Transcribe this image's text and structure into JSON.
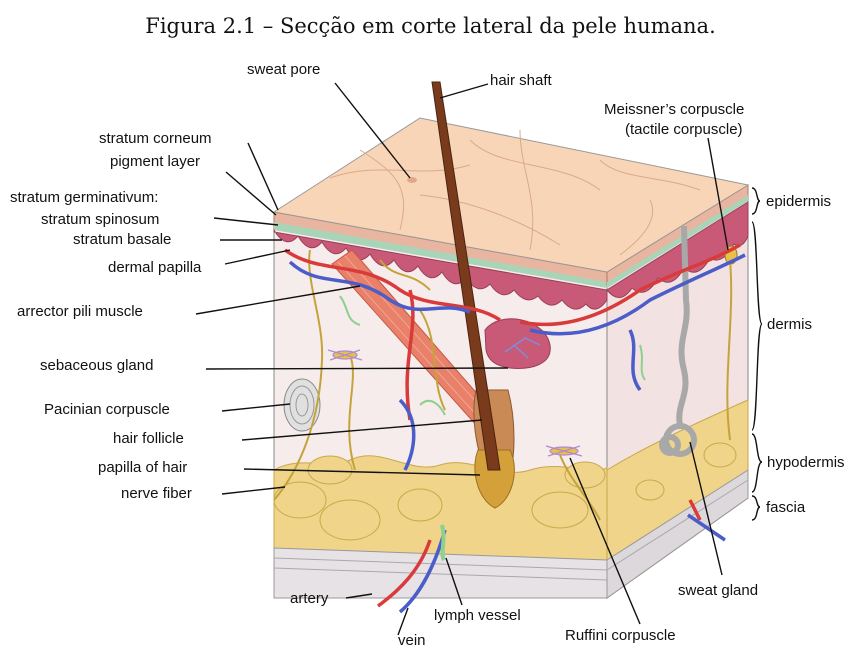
{
  "caption": "Figura 2.1 – Secção em corte lateral da pele humana.",
  "labels": {
    "sweat_pore": "sweat pore",
    "hair_shaft": "hair shaft",
    "meissner_1": "Meissner’s corpuscle",
    "meissner_2": "(tactile corpuscle)",
    "stratum_corneum": "stratum corneum",
    "pigment_layer": "pigment layer",
    "stratum_germinativum": "stratum germinativum:",
    "stratum_spinosum": "stratum spinosum",
    "stratum_basale": "stratum basale",
    "dermal_papilla": "dermal papilla",
    "arrector_pili": "arrector pili muscle",
    "sebaceous_gland": "sebaceous gland",
    "pacinian": "Pacinian corpuscle",
    "hair_follicle": "hair follicle",
    "papilla_of_hair": "papilla of hair",
    "nerve_fiber": "nerve fiber",
    "artery": "artery",
    "vein": "vein",
    "lymph_vessel": "lymph vessel",
    "ruffini": "Ruffini corpuscle",
    "sweat_gland": "sweat gland",
    "epidermis": "epidermis",
    "dermis": "dermis",
    "hypodermis": "hypodermis",
    "fascia": "fascia"
  },
  "colors": {
    "epidermis_top": "#f9d5b8",
    "dermis": "#f5e8e8",
    "papillae": "#c85a78",
    "fat": "#efd48a",
    "artery": "#d93a3a",
    "vein": "#4a5dc8",
    "nerve": "#c4a43a",
    "hair": "#7a3b1c",
    "muscle": "#e8806a"
  }
}
